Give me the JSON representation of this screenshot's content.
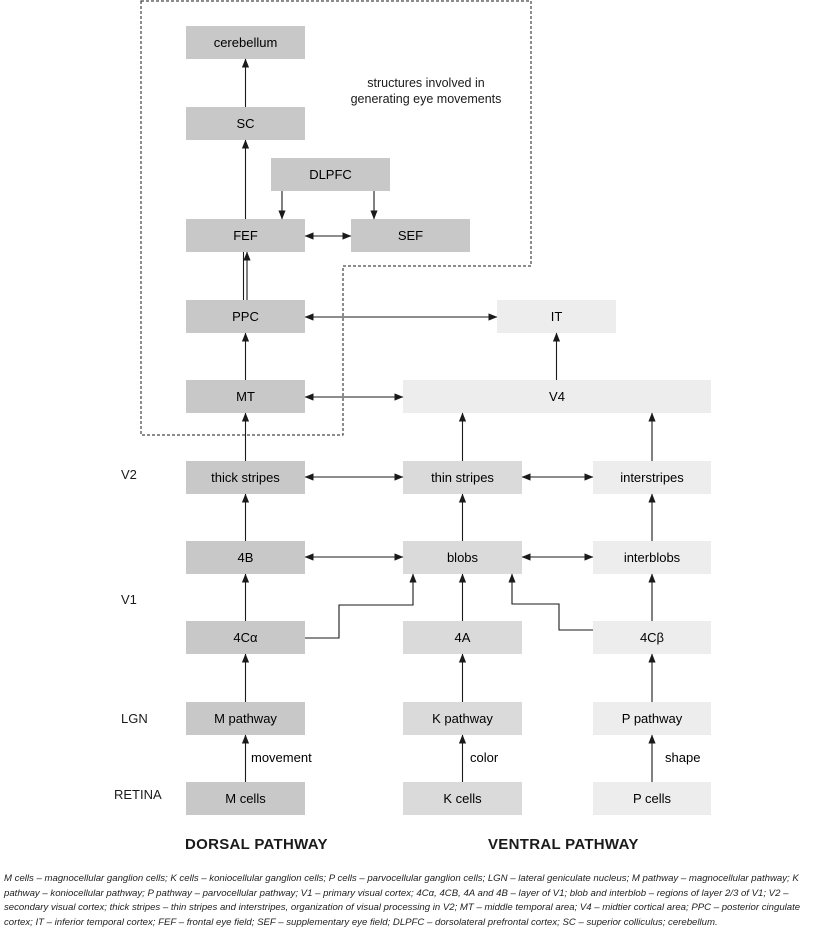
{
  "colors": {
    "dark_box": "#c8c8c8",
    "mid_box": "#dadada",
    "light_box": "#ededed",
    "line": "#1a1a1a"
  },
  "nodes": {
    "cerebellum": "cerebellum",
    "sc": "SC",
    "dlpfc": "DLPFC",
    "fef": "FEF",
    "sef": "SEF",
    "ppc": "PPC",
    "it": "IT",
    "mt": "MT",
    "v4": "V4",
    "thick_stripes": "thick stripes",
    "thin_stripes": "thin stripes",
    "interstripes": "interstripes",
    "layer_4b": "4B",
    "blobs": "blobs",
    "interblobs": "interblobs",
    "layer_4ca": "4Cα",
    "layer_4a": "4A",
    "layer_4cb": "4Cβ",
    "m_pathway": "M pathway",
    "k_pathway": "K pathway",
    "p_pathway": "P pathway",
    "m_cells": "M cells",
    "k_cells": "K cells",
    "p_cells": "P cells"
  },
  "edge_labels": {
    "movement": "movement",
    "color": "color",
    "shape": "shape"
  },
  "eye_movement_note": [
    "structures involved in",
    "generating eye movements"
  ],
  "levels": {
    "v2": "V2",
    "v1": "V1",
    "lgn": "LGN",
    "retina": "RETINA"
  },
  "pathways": {
    "dorsal": "DORSAL PATHWAY",
    "ventral": "VENTRAL PATHWAY"
  },
  "caption": "M cells – magnocellular ganglion cells; K cells – koniocellular ganglion cells; P cells – parvocellular ganglion cells; LGN – lateral geniculate nucleus; M pathway – magnocellular pathway; K pathway – koniocellular pathway; P pathway – parvocellular pathway; V1 – primary visual cortex; 4Cα, 4CB, 4A and 4B – layer of V1; blob and interblob – regions of layer 2/3 of V1; V2 – secondary visual cortex; thick stripes – thin stripes and interstripes, organization of visual processing in V2; MT – middle temporal area; V4 – midtier cortical area; PPC – posterior cingulate cortex; IT – inferior temporal cortex; FEF – frontal eye field; SEF – supplementary eye field; DLPFC – dorsolateral prefrontal cortex; SC – superior colliculus; cerebellum."
}
